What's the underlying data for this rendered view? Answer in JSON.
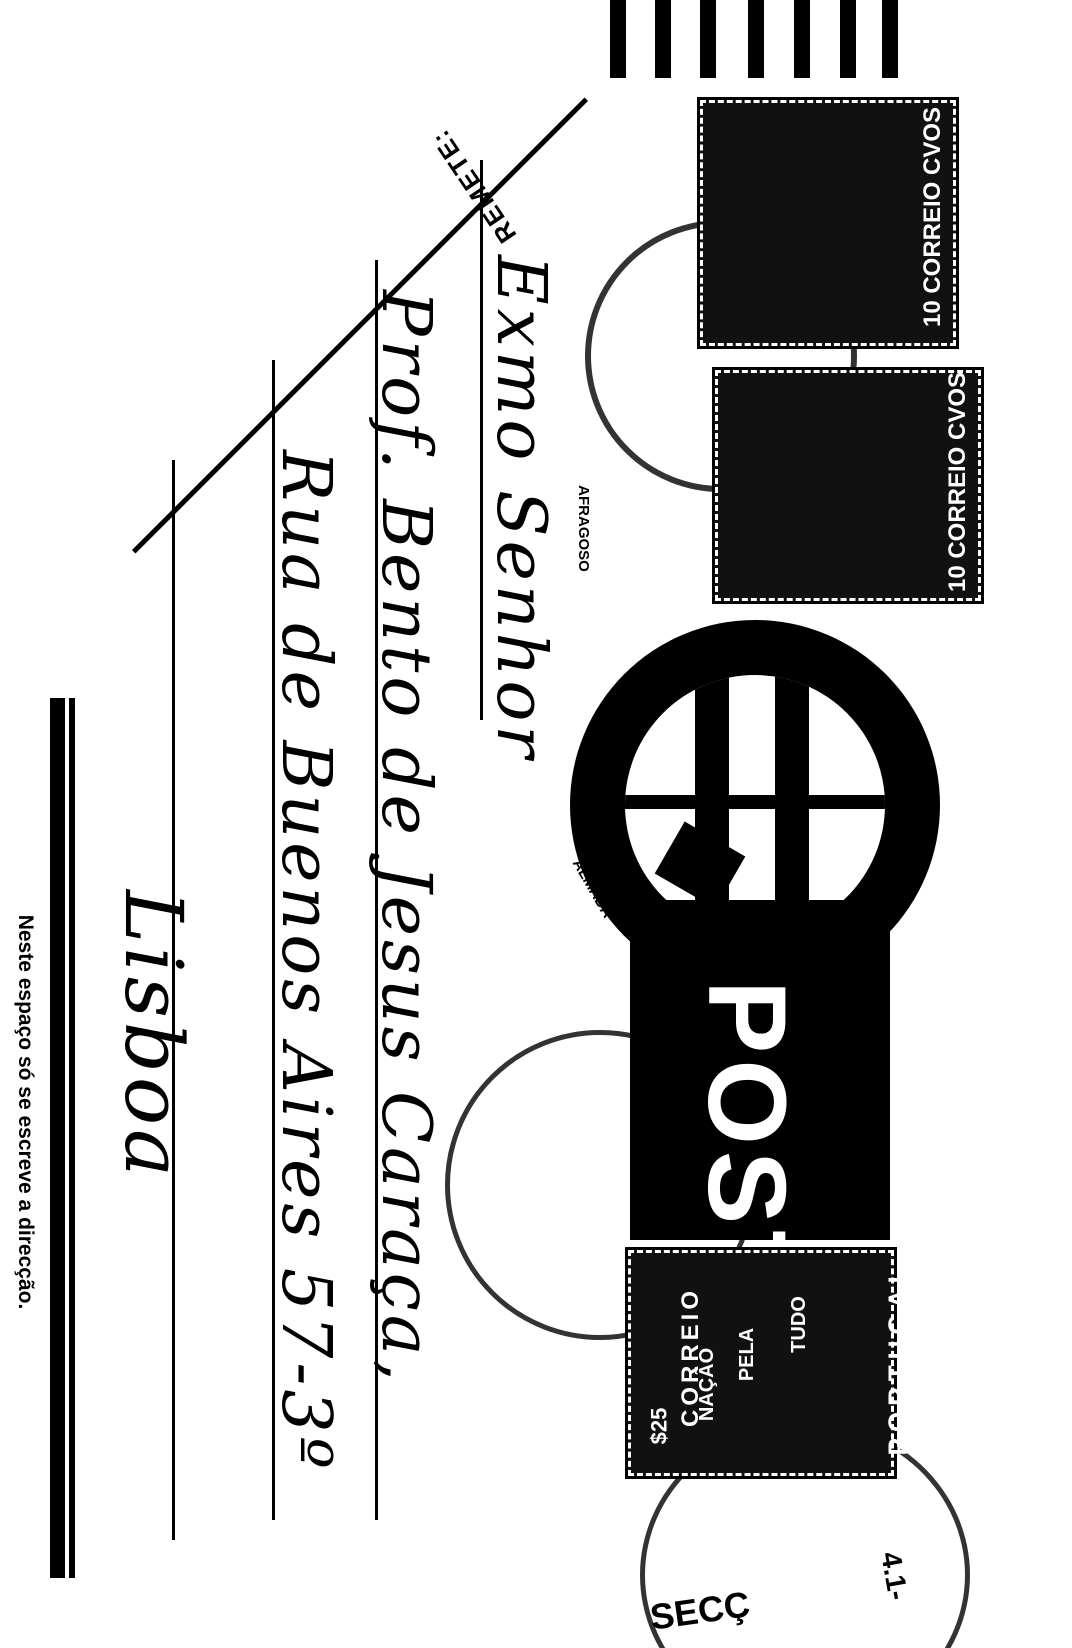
{
  "sender": {
    "heading": "REMETE:",
    "lines": [
      "Exmo Senhor",
      "Prof. Bento de Jesus Caraça,",
      "Rua de Buenos Aires 57-3º",
      "Lisboa"
    ]
  },
  "footer_note": "Neste espaço só se escreve a direcção.",
  "stamps": {
    "top_stamp_label": "10 CORREIO CVOS",
    "second_stamp_label": "10 CORREIO CVOS",
    "posta_text": "POSTAL",
    "bottom_stamp_lines": [
      "PORTUGAL",
      "CORREIO",
      "TUDO",
      "PELA",
      "NAÇÃO",
      "$25"
    ]
  },
  "postmarks": {
    "town_1": "AFRAGOSO",
    "town_2": "ALMADA",
    "fragment_1": "SECÇ",
    "fragment_2": "4.1-"
  },
  "colors": {
    "ink": "#000000",
    "paper": "#ffffff"
  }
}
